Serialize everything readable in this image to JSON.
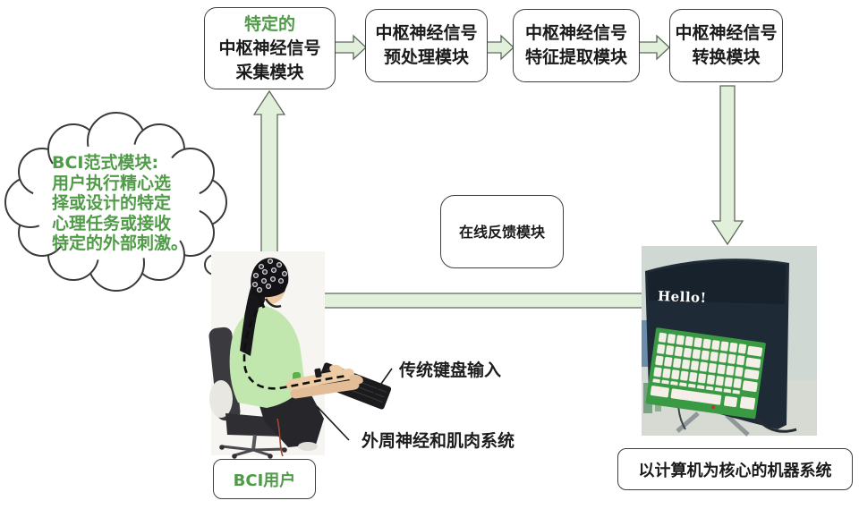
{
  "colors": {
    "green_text": "#4f9b47",
    "arrow_fill": "#e2efda",
    "arrow_stroke": "#5a6b5a",
    "box_border": "#3f3f3f"
  },
  "flow_boxes": {
    "acquisition": {
      "highlight": "特定的",
      "line1": "中枢神经信号",
      "line2": "采集模块"
    },
    "preprocess": {
      "line1": "中枢神经信号",
      "line2": "预处理模块"
    },
    "feature": {
      "line1": "中枢神经信号",
      "line2": "特征提取模块"
    },
    "translate": {
      "line1": "中枢神经信号",
      "line2": "转换模块"
    }
  },
  "cloud": {
    "line1": "BCI范式模块:",
    "line2": "用户执行精心选",
    "line3": "择或设计的特定",
    "line4": "心理任务或接收",
    "line5": "特定的外部刺激。"
  },
  "feedback_box": {
    "label": "在线反馈模块"
  },
  "callouts": {
    "keyboard": "传统键盘输入",
    "nerves": "外周神经和肌肉系统"
  },
  "bottom_labels": {
    "user": "BCI用户",
    "machine": "以计算机为核心的机器系统"
  },
  "monitor": {
    "screen_text": "Hello!"
  }
}
